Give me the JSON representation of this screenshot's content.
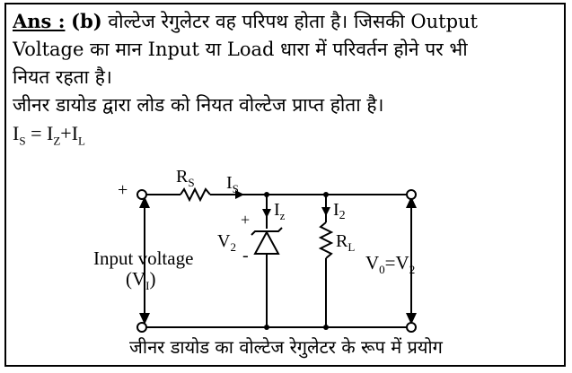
{
  "answer": {
    "label": "Ans :",
    "choice": "(b)",
    "line1_rest": "वोल्टेज रेगुलेटर वह परिपथ होता है। जिसकी Output",
    "line2": "Voltage का मान Input या Load धारा में परिवर्तन होने पर भी",
    "line3": "नियत रहता है।",
    "line4": "जीनर डायोड द्वारा लोड को नियत वोल्टेज प्राप्त होता है।"
  },
  "equation": {
    "lhs": "I",
    "lhs_sub": "S",
    "eq": " = ",
    "t1": "I",
    "t1_sub": "Z",
    "plus": "+",
    "t2": "I",
    "t2_sub": "L"
  },
  "circuit": {
    "plus_input": "+",
    "rs": "R",
    "rs_sub": "S",
    "is": "I",
    "is_sub": "S",
    "iz": "I",
    "iz_sub": "z",
    "i2": "I",
    "i2_sub": "2",
    "zener_plus": "+",
    "zener_minus": "-",
    "v2": "V",
    "v2_sub": "2",
    "rl": "R",
    "rl_sub": "L",
    "input_voltage": "Input voltage",
    "vi_open": "(V",
    "vi_sub": "I",
    "vi_close": ")",
    "v0": "V",
    "v0_sub": "0",
    "v0_eq": "=V",
    "v0_sub2": "2"
  },
  "caption": "जीनर डायोड का वोल्टेज रेगुलेटर के रूप में प्रयोग"
}
